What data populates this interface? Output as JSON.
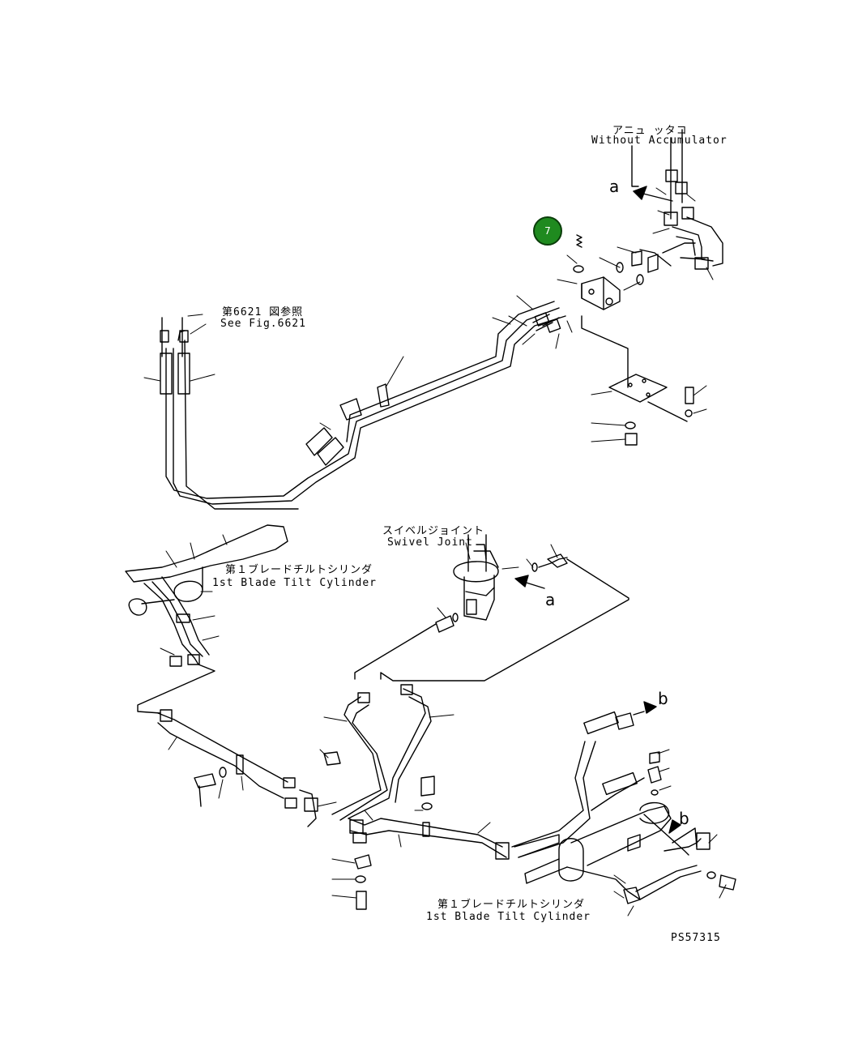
{
  "labels": {
    "without_accumulator_jp": "アニュ ッタコ",
    "without_accumulator_en": "Without Accumulator",
    "see_fig_jp": "第6621 図参照",
    "see_fig_en": "See Fig.6621",
    "swivel_joint_jp": "スイベルジョイント",
    "swivel_joint_en": "Swivel Joint",
    "tilt_cyl_jp": "第１ブレードチルトシリンダ",
    "tilt_cyl_en": "1st Blade Tilt Cylinder",
    "tilt_cyl_jp_2": "第１ブレードチルトシリンダ",
    "tilt_cyl_en_2": "1st Blade Tilt Cylinder",
    "marker_a_top": "a",
    "marker_a_mid": "a",
    "marker_b_right": "b",
    "marker_b_lower": "b",
    "figure_code": "PS57315"
  },
  "callouts": [
    {
      "number": "7",
      "color": "#1f8a1f"
    }
  ],
  "colors": {
    "line": "#000000",
    "callout_fill": "#1f8a1f",
    "callout_border": "#0a3d0a"
  }
}
